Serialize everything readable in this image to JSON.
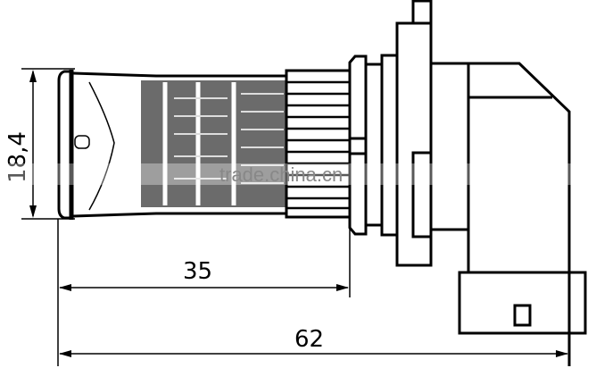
{
  "drawing": {
    "dimensions": {
      "diameter": "18,4",
      "head_length": "35",
      "total_length": "62"
    },
    "watermark": "trade.china.cn",
    "colors": {
      "line": "#000000",
      "led_body": "#6b6b6b",
      "watermark": "#888888"
    }
  }
}
